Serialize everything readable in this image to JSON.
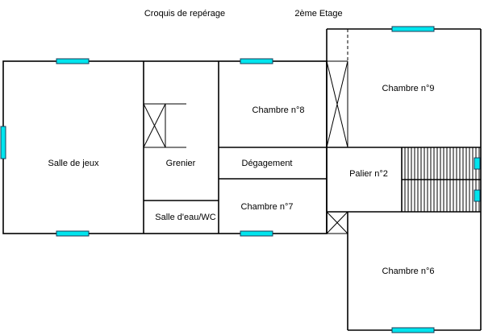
{
  "header": {
    "title": "Croquis de repérage",
    "floor": "2ème Etage"
  },
  "rooms": {
    "salle_de_jeux": "Salle de jeux",
    "grenier": "Grenier",
    "salle_eau_wc": "Salle d'eau/WC",
    "chambre_8": "Chambre n°8",
    "degagement": "Dégagement",
    "chambre_7": "Chambre n°7",
    "palier_2": "Palier n°2",
    "chambre_9": "Chambre n°9",
    "chambre_6": "Chambre n°6"
  },
  "colors": {
    "window_fill": "#00e5ee",
    "wall": "#000000"
  }
}
